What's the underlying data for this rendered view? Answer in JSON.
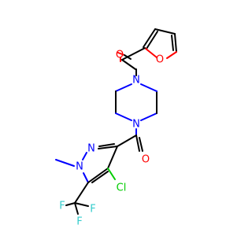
{
  "molecule": {
    "atoms": {
      "o_carbonyl_top": "O",
      "o_furan": "O",
      "n_pip_top": "N",
      "n_pip_bottom": "N",
      "o_carbonyl_bottom": "O",
      "n_pyrazole_2": "N",
      "n_pyrazole_1": "N",
      "cl": "Cl",
      "methyl": "methyl",
      "f1": "F",
      "f2": "F",
      "f3": "F"
    },
    "colors": {
      "carbon": "#000000",
      "oxygen": "#ff0000",
      "nitrogen": "#0000ff",
      "chlorine": "#00cc00",
      "fluorine": "#33cccc"
    }
  }
}
